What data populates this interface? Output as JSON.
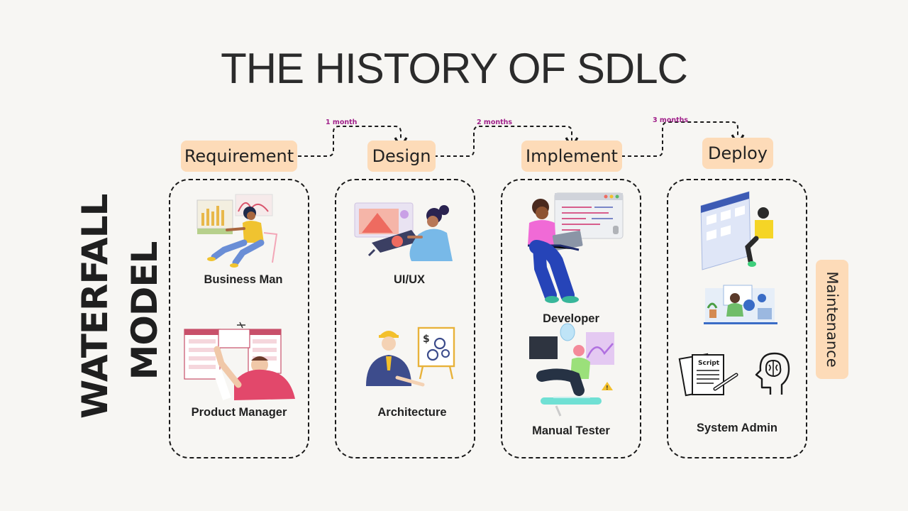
{
  "title": "THE HISTORY OF SDLC",
  "side_title": {
    "line1": "WATERFALL",
    "line2": "MODEL"
  },
  "phases": [
    {
      "label": "Requirement"
    },
    {
      "label": "Design"
    },
    {
      "label": "Implement"
    },
    {
      "label": "Deploy"
    }
  ],
  "durations": [
    "1 month",
    "2 months",
    "3 months"
  ],
  "roles": {
    "requirement": [
      "Business Man",
      "Product Manager"
    ],
    "design": [
      "UI/UX",
      "Architecture"
    ],
    "implement": [
      "Developer",
      "Manual Tester"
    ],
    "deploy": [
      "System Admin"
    ]
  },
  "maintenance": "Maintenance",
  "illustration_labels": {
    "script": "Script"
  },
  "colors": {
    "phase_fill": "#fddbb8",
    "duration_text": "#a0208a",
    "background": "#f7f6f3"
  }
}
